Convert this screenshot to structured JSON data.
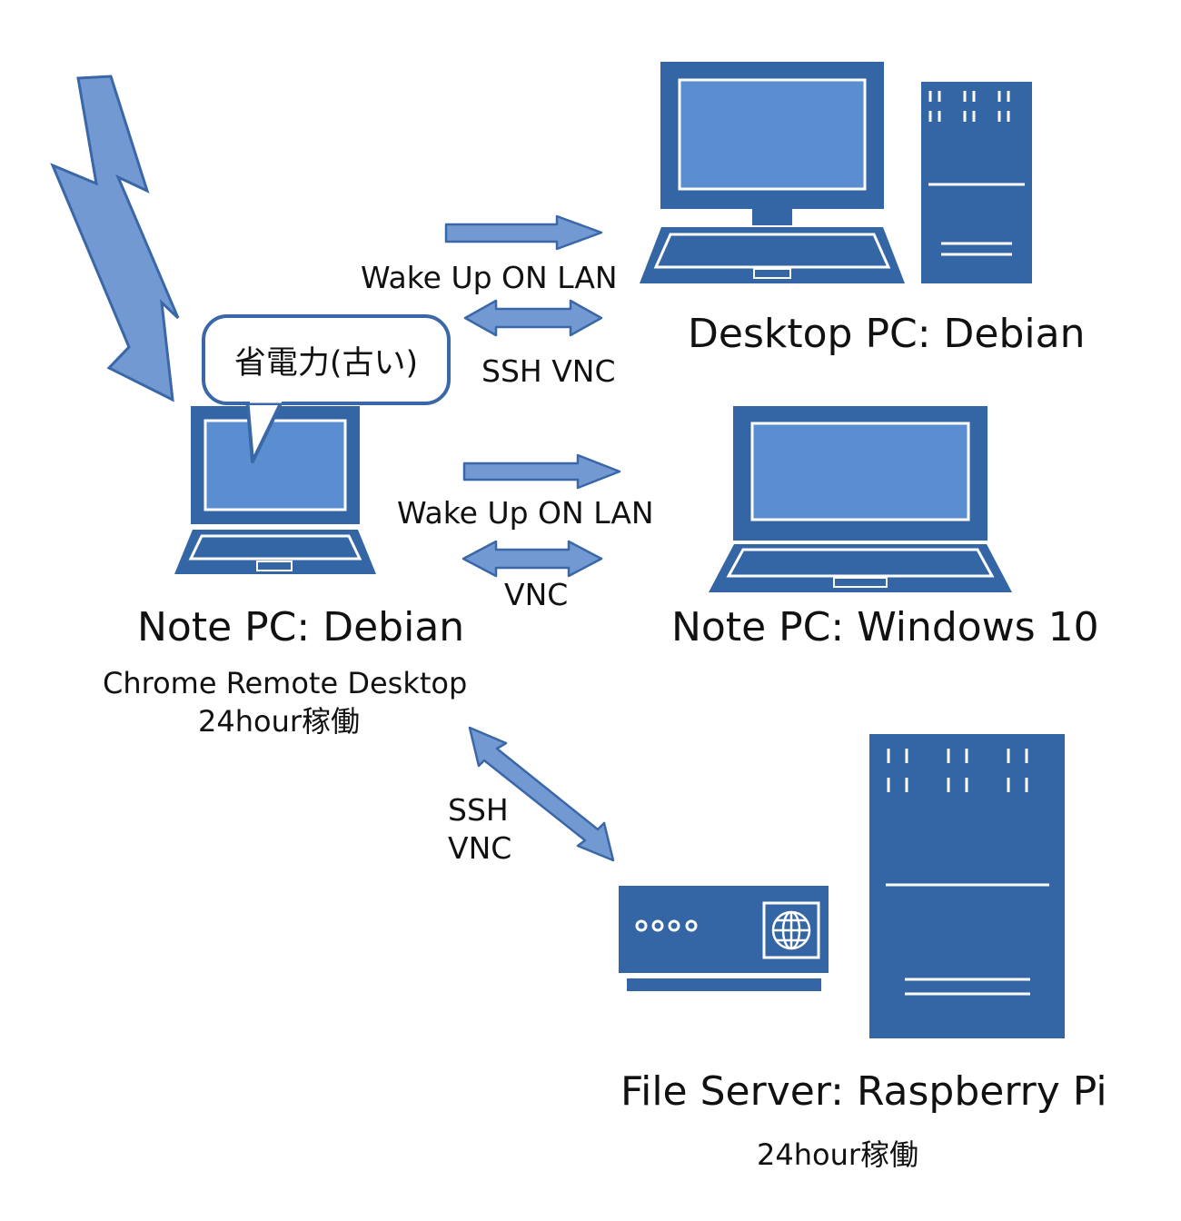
{
  "colors": {
    "device_fill": "#3465a4",
    "screen_fill": "#5a8ed0",
    "arrow_fill": "#7299d1",
    "arrow_stroke": "#3a67a8",
    "line": "#ffffff",
    "text": "#111111"
  },
  "callout": {
    "text": "省電力(古い)"
  },
  "devices": {
    "note_debian": {
      "name": "Note PC: Debian",
      "note1": "Chrome Remote Desktop",
      "note2": "24hour稼働",
      "icon": "laptop-icon"
    },
    "desktop": {
      "name": "Desktop PC: Debian",
      "icon": "desktop-tower-icon"
    },
    "note_win": {
      "name": "Note PC: Windows 10",
      "icon": "laptop-icon"
    },
    "file_server": {
      "name": "File Server: Raspberry Pi",
      "note": "24hour稼働",
      "icon": "server-icon"
    }
  },
  "connections": {
    "desktop_wol": "Wake Up ON LAN",
    "desktop_remote": "SSH VNC",
    "win_wol": "Wake Up ON LAN",
    "win_remote": "VNC",
    "server_remote_1": "SSH",
    "server_remote_2": "VNC"
  },
  "decor": {
    "lightning": "lightning-bolt-icon"
  }
}
